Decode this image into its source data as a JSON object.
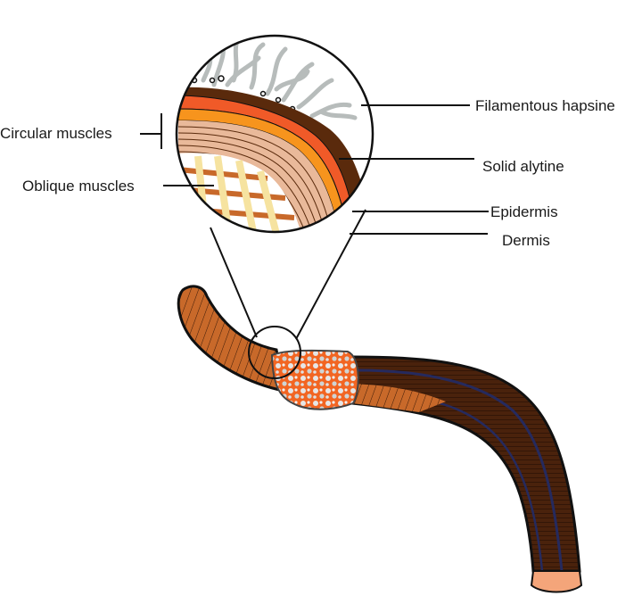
{
  "diagram": {
    "subject": "Earthworm body wall with magnified cross-section",
    "labels": {
      "filamentous_hapsine": "Filamentous hapsine",
      "solid_alytine": "Solid alytine",
      "epidermis": "Epidermis",
      "dermis": "Dermis",
      "circular_muscles": "Circular muscles",
      "oblique_muscles": "Oblique muscles"
    },
    "colors": {
      "cuticle_brown": "#5a2a0c",
      "epidermis_red": "#f05a28",
      "dermis_orange": "#f7941d",
      "circular_muscle_pink": "#e9b99a",
      "oblique_muscle_yellow": "#f6e3a0",
      "oblique_muscle_brown": "#c8692a",
      "filament_gray": "#b7bcbb",
      "worm_anterior": "#c8692a",
      "worm_posterior": "#4a220c",
      "nerve_blue": "#252a5e",
      "clitellum_orange": "#f26522",
      "tail_tip": "#f4a57a"
    }
  }
}
